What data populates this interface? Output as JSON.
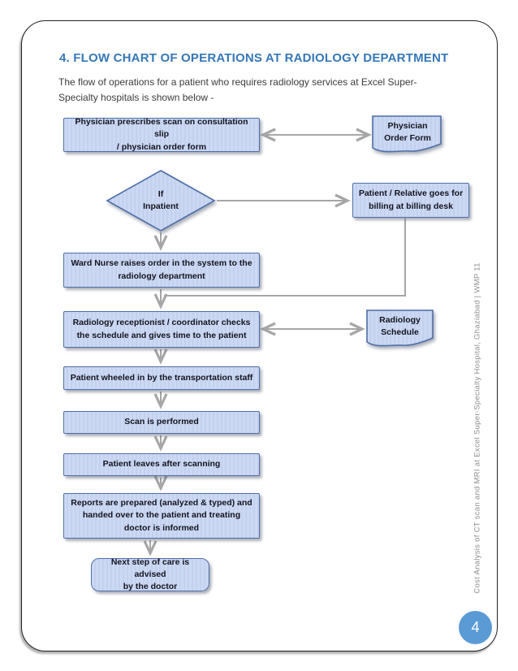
{
  "page": {
    "title": "4. FLOW CHART OF OPERATIONS AT RADIOLOGY DEPARTMENT",
    "intro": "The flow of operations for a patient who requires radiology services  at Excel Super-\nSpecialty hospitals is shown below -",
    "sidebar_caption": "Cost Analysis of CT scan and MRI  at Excel Super-Specialty  Hospital, Ghaziabad  |  WMP 11",
    "page_number": "4"
  },
  "flowchart": {
    "nodes": {
      "prescribe": {
        "type": "process",
        "label": "Physician prescribes scan on consultation slip\n/  physician order form"
      },
      "physician_order_form": {
        "type": "document",
        "label": "Physician\nOrder Form"
      },
      "if_inpatient": {
        "type": "decision",
        "label": "If\nInpatient"
      },
      "billing": {
        "type": "process",
        "label": "Patient / Relative goes for\nbilling at billing desk"
      },
      "ward_nurse": {
        "type": "process",
        "label": "Ward Nurse raises order in the system to the\nradiology department"
      },
      "receptionist": {
        "type": "process",
        "label": "Radiology receptionist / coordinator checks\nthe schedule and gives time to the patient"
      },
      "radiology_schedule": {
        "type": "document",
        "label": "Radiology\nSchedule"
      },
      "wheeled": {
        "type": "process",
        "label": "Patient wheeled in by the transportation staff"
      },
      "scan": {
        "type": "process",
        "label": "Scan is performed"
      },
      "leaves": {
        "type": "process",
        "label": "Patient leaves after scanning"
      },
      "reports": {
        "type": "process",
        "label": "Reports are prepared (analyzed & typed) and\nhanded over to the patient and treating\ndoctor is informed"
      },
      "next_step": {
        "type": "terminator",
        "label": "Next step of care is advised\nby the doctor"
      }
    },
    "edges": [
      {
        "from": "prescribe",
        "to": "physician_order_form",
        "style": "double-arrow"
      },
      {
        "from": "if_inpatient",
        "to": "billing",
        "style": "arrow"
      },
      {
        "from": "if_inpatient",
        "to": "ward_nurse",
        "style": "arrow"
      },
      {
        "from": "billing",
        "to": "receptionist",
        "style": "elbow"
      },
      {
        "from": "ward_nurse",
        "to": "receptionist",
        "style": "arrow"
      },
      {
        "from": "receptionist",
        "to": "radiology_schedule",
        "style": "double-arrow"
      },
      {
        "from": "receptionist",
        "to": "wheeled",
        "style": "arrow"
      },
      {
        "from": "wheeled",
        "to": "scan",
        "style": "arrow"
      },
      {
        "from": "scan",
        "to": "leaves",
        "style": "arrow"
      },
      {
        "from": "leaves",
        "to": "reports",
        "style": "arrow"
      },
      {
        "from": "reports",
        "to": "next_step",
        "style": "arrow"
      }
    ],
    "colors": {
      "title_blue": "#3577b7",
      "shape_fill": "#c9d6f1",
      "shape_border": "#4f6fa6",
      "arrow_gray": "#a6a6a6",
      "page_circle_blue": "#5b9bd5",
      "body_text": "#3c3c3c"
    }
  }
}
